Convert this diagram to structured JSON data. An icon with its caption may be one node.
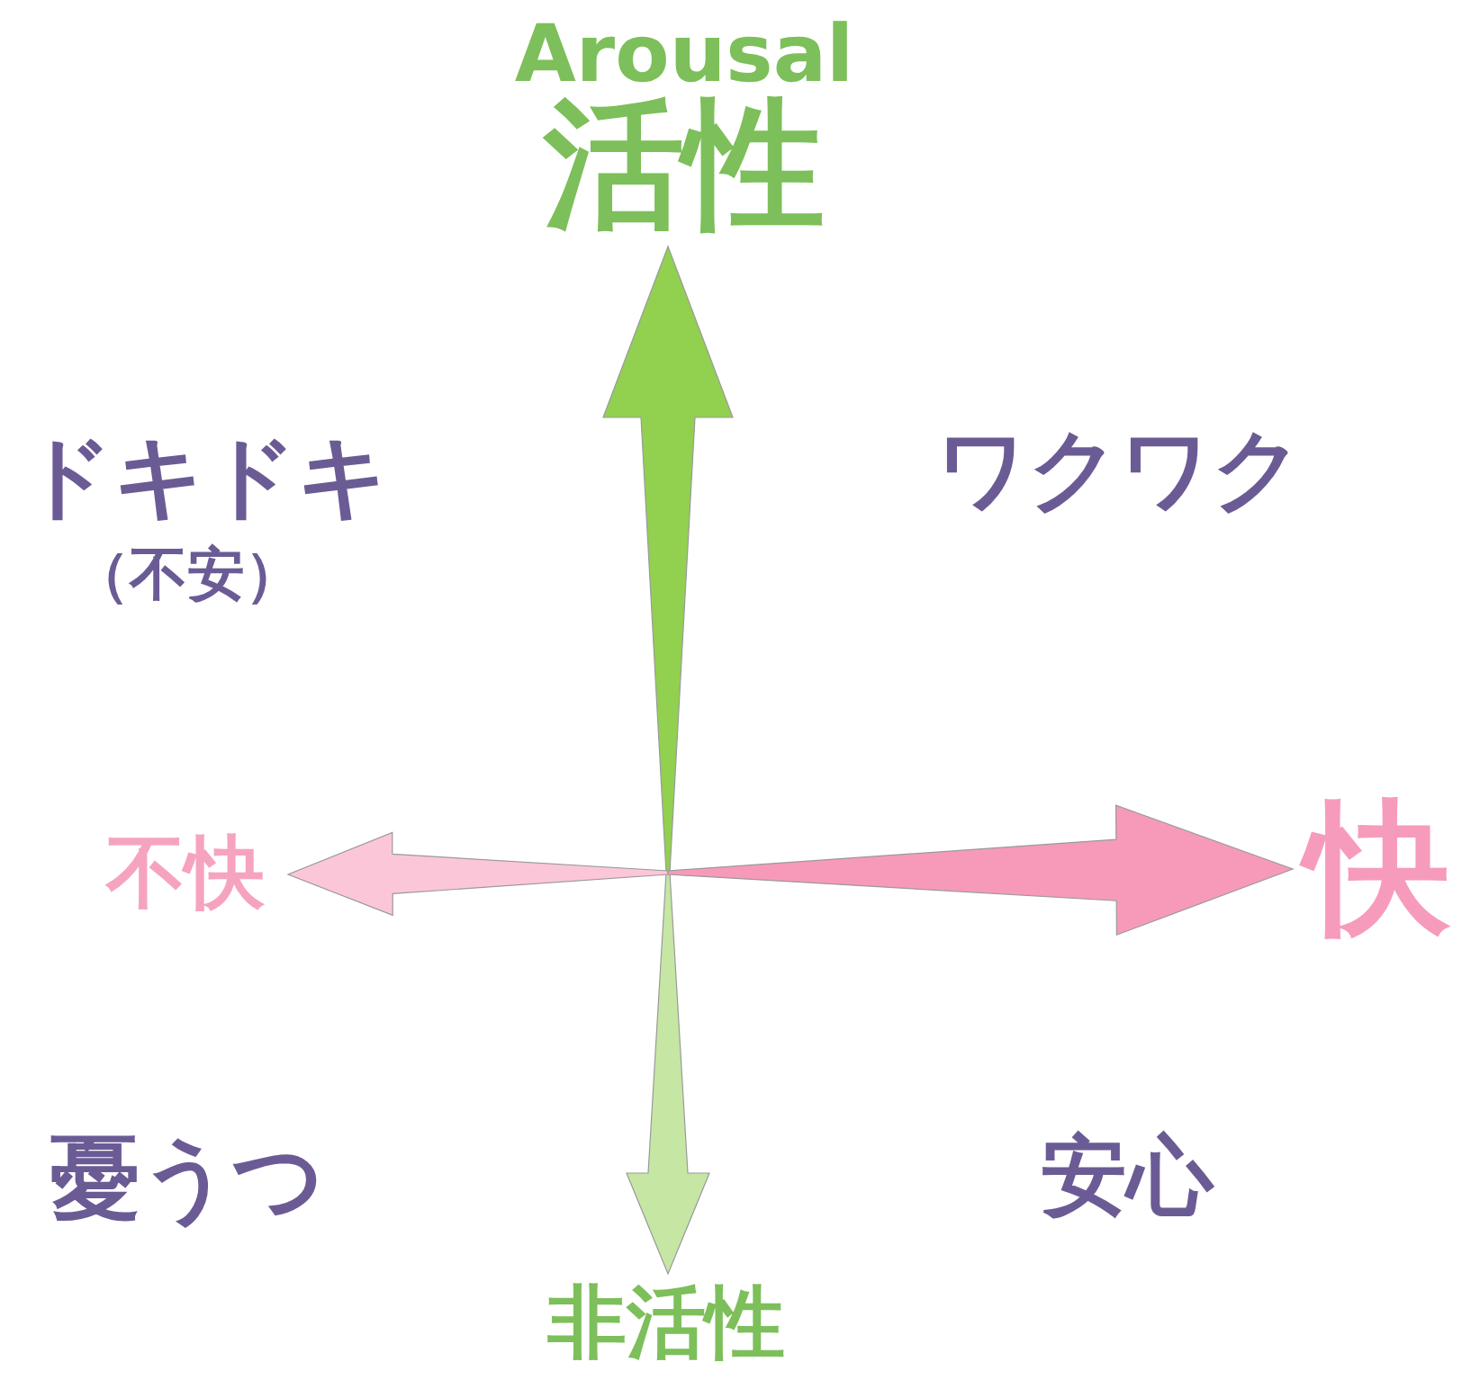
{
  "diagram": {
    "nodes": [
      {
        "text": [
          "Arousal",
          "活性"
        ]
      },
      {
        "text": [
          "非活性"
        ]
      },
      {
        "text": [
          "不快"
        ]
      },
      {
        "text": [
          "快"
        ]
      }
    ],
    "edges": [
      {
        "from": null,
        "to": 0,
        "arrow": "to",
        "color": "#92d050"
      },
      {
        "from": null,
        "to": 1,
        "arrow": "to",
        "color": "#c6e6a4"
      },
      {
        "from": null,
        "to": 2,
        "arrow": "to",
        "color": "#fcc6d9"
      },
      {
        "from": null,
        "to": 3,
        "arrow": "to",
        "color": "#f79ab9"
      }
    ],
    "labels": [
      "ドキドキ",
      "（不安）",
      "ワクワク",
      "憂うつ",
      "安心"
    ]
  }
}
